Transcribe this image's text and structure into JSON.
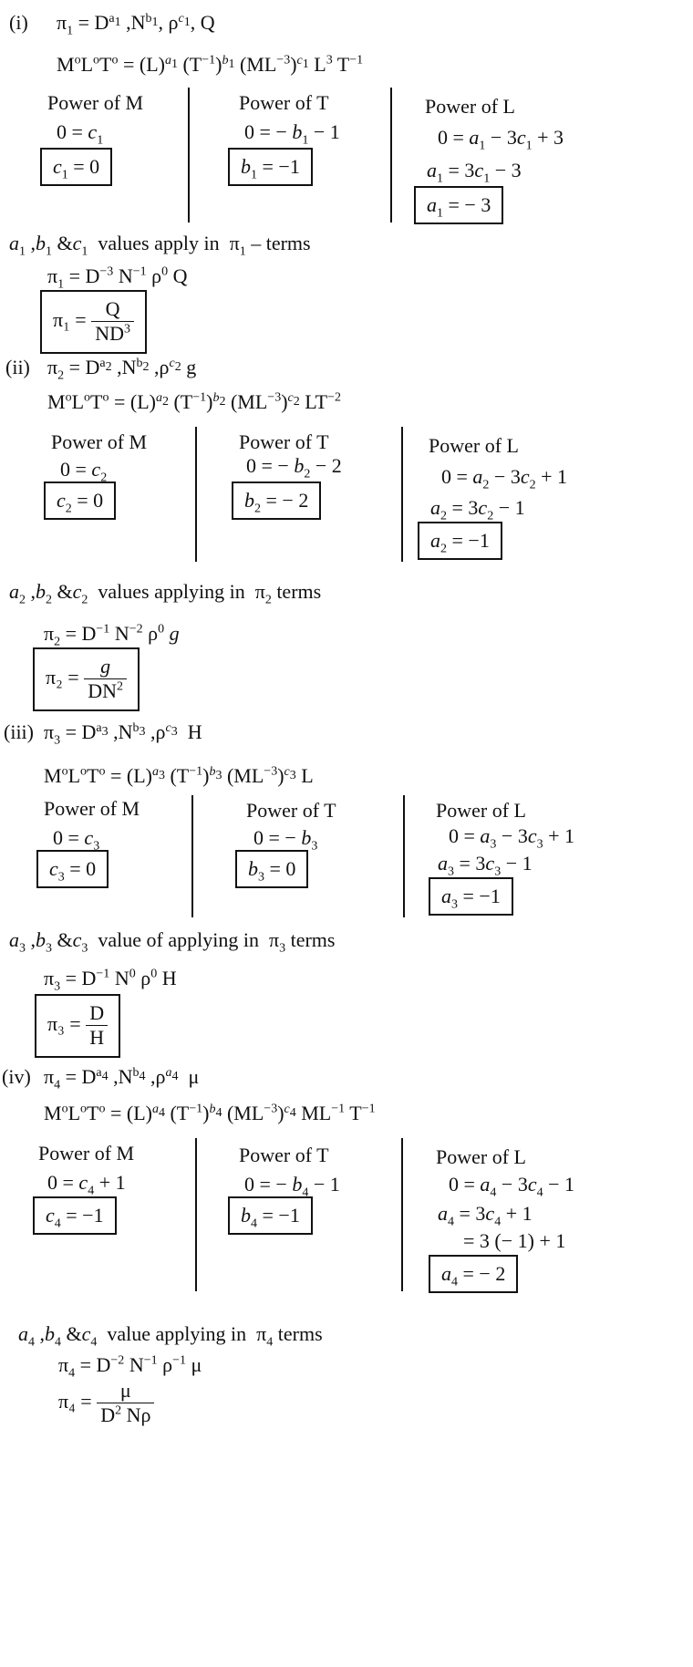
{
  "sections": [
    {
      "label": "(i)",
      "pi_def": {
        "sym": "π",
        "sub": "1",
        "a": "a",
        "as": "1",
        "b": "b",
        "bs": "1",
        "c": "c",
        "cs": "1",
        "q": "Q"
      },
      "dim_eq": "M°L°T° = (L)",
      "dim_tail": "L³T⁻¹",
      "power_m": {
        "title": "Power of M",
        "eq": "0 = c",
        "eq_sub": "1",
        "eq_tail": "",
        "box": "c",
        "box_sub": "1",
        "box_tail": " = 0"
      },
      "power_t": {
        "title": "Power of T",
        "eq": "0 = − b",
        "eq_sub": "1",
        "eq_tail": " − 1",
        "box": "b",
        "box_sub": "1",
        "box_tail": " = −1"
      },
      "power_l": {
        "title": "Power of L",
        "eq1": "0 = a₁ − 3c₁ + 3",
        "eq2": "a₁ = 3c₁ − 3",
        "box": "a",
        "box_sub": "1",
        "box_tail": " = − 3"
      },
      "apply_text": "a₁ ,b₁ &c₁  values apply in  π₁ – terms",
      "result_line": "π₁ = D⁻³ N⁻¹ ρ⁰ Q",
      "final_lhs": "π₁ =",
      "final_num": "Q",
      "final_den": "ND³"
    },
    {
      "label": "(ii)",
      "pi_line": "π₂ = D^a₂ ,N^b₂ ,ρ^c₂ g",
      "dim_line": "M°L°T° = (L)^a₂ (T⁻¹)^b₂ (ML⁻³)^c₂ LT⁻²",
      "power_m": {
        "title": "Power of M",
        "eq": "0 = c₂",
        "box": "c₂ = 0"
      },
      "power_t": {
        "title": "Power of T",
        "eq": "0 = − b₂ − 2",
        "box": "b₂ = − 2"
      },
      "power_l": {
        "title": "Power of L",
        "eq1": "0 = a₂ − 3c₂ + 1",
        "eq2": "a₂ = 3c₂ − 1",
        "box": "a₂ = −1"
      },
      "apply_text": "a₂ ,b₂ &c₂  values applying in  π₂ terms",
      "result_line": "π₂ = D⁻¹ N⁻² ρ⁰ g",
      "final_lhs": "π₂ =",
      "final_num": "g",
      "final_den": "DN²"
    },
    {
      "label": "(iii)",
      "pi_line": "π₃ = D^a₃ ,N^b₃ ,ρ^c₃  H",
      "dim_line": "M°L°T° = (L)^a₃ (T⁻¹)^b₃ (ML⁻³)^c₃ L",
      "power_m": {
        "title": "Power of M",
        "eq": "0 = c₃",
        "box": "c₃ = 0"
      },
      "power_t": {
        "title": "Power of T",
        "eq": "0 = − b₃",
        "box": "b₃ = 0"
      },
      "power_l": {
        "title": "Power of L",
        "eq1": "0 = a₃ − 3c₃ + 1",
        "eq2": "a₃ = 3c₃ − 1",
        "box": "a₃ = −1"
      },
      "apply_text": "a₃ ,b₃ &c₃  value of applying in  π₃ terms",
      "result_line": "π₃ = D⁻¹ N⁰ ρ⁰ H",
      "final_lhs": "π₃ =",
      "final_num": "D",
      "final_den": "H"
    },
    {
      "label": "(iv)",
      "pi_line": "π₄ = D^a₄ ,N^b₄ ,ρ^a₄  μ",
      "dim_line": "M°L°T° = (L)^a₄ (T⁻¹)^b₄ (ML⁻³)^c₄ ML⁻¹T⁻¹",
      "power_m": {
        "title": "Power of M",
        "eq": "0 = c₄ + 1",
        "box": "c₄ = −1"
      },
      "power_t": {
        "title": "Power of T",
        "eq": "0 = − b₄ − 1",
        "box": "b₄ = −1"
      },
      "power_l": {
        "title": "Power of L",
        "eq1": "0 = a₄ − 3c₄ − 1",
        "eq2": "a₄ = 3c₄ + 1",
        "eq3": "= 3 (− 1) + 1",
        "box": "a₄ = − 2"
      },
      "apply_text": "a₄ ,b₄ &c₄  value applying in  π₄ terms",
      "result_line": "π₄ = D⁻² N⁻¹ ρ⁻¹ μ",
      "final_lhs": "π₄ =",
      "final_num": "μ",
      "final_den": "D² Nρ"
    }
  ]
}
